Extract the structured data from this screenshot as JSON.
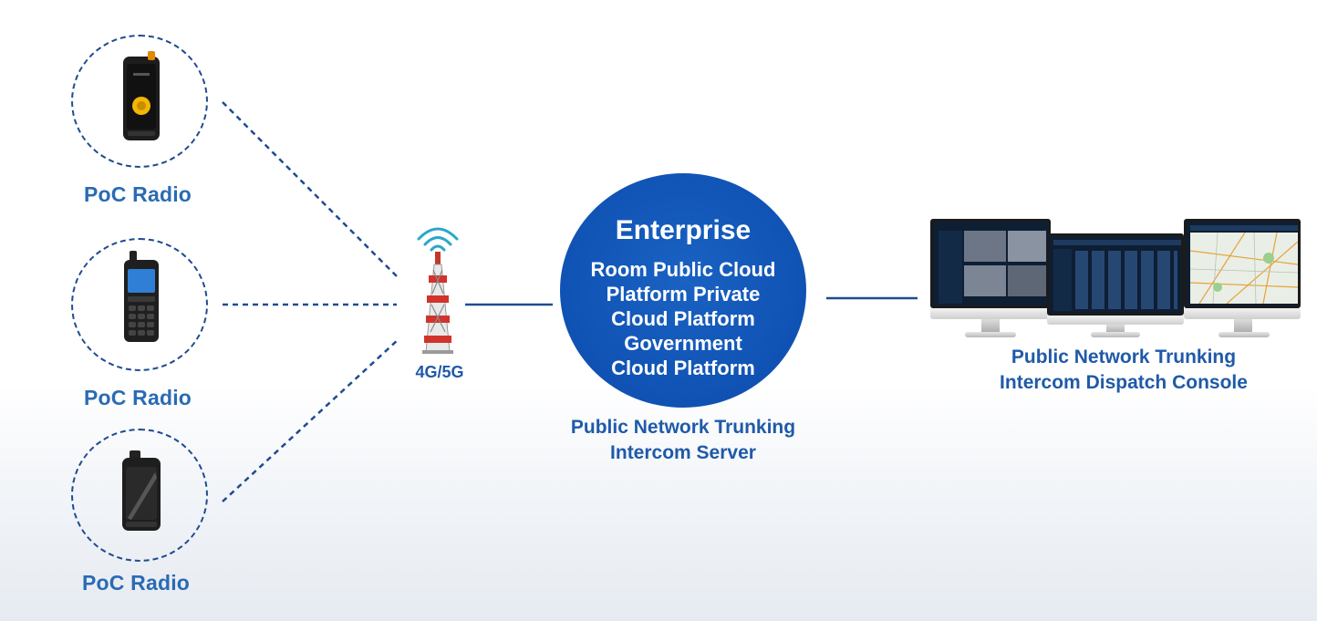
{
  "devices": [
    {
      "label": "PoC Radio",
      "icon": "smartphone-radio-icon"
    },
    {
      "label": "PoC Radio",
      "icon": "keypad-radio-icon"
    },
    {
      "label": "PoC Radio",
      "icon": "rugged-radio-icon"
    }
  ],
  "tower": {
    "label": "4G/5G",
    "icon": "cell-tower-icon"
  },
  "server": {
    "title": "Enterprise",
    "lines": [
      "Room Public Cloud",
      "Platform Private",
      "Cloud Platform",
      "Government",
      "Cloud Platform"
    ],
    "caption_line1": "Public Network Trunking",
    "caption_line2": "Intercom Server"
  },
  "console": {
    "caption_line1": "Public Network Trunking",
    "caption_line2": "Intercom Dispatch Console",
    "icon": "dispatch-monitors-icon"
  },
  "colors": {
    "primary_blue": "#0f52b4",
    "label_blue": "#2a6bb3",
    "line_blue": "#1f4b8f"
  }
}
